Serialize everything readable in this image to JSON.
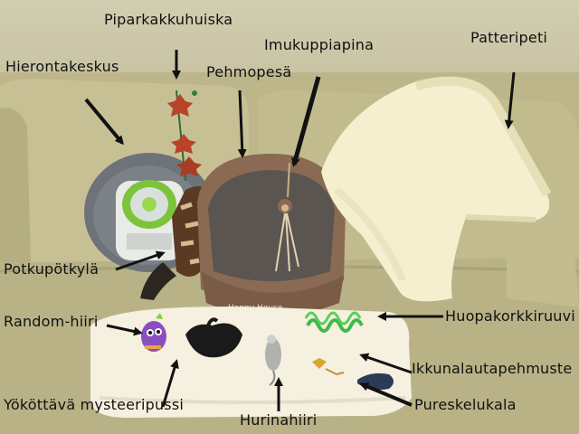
{
  "labels": {
    "piparkakkuhuiska": "Piparkakkuhuiska",
    "imukuppiapina": "Imukuppiapina",
    "patteripeti": "Patteripeti",
    "hierontakeskus": "Hierontakeskus",
    "pehmopesa": "Pehmopesä",
    "potkupotkyla": "Potkupötkylä",
    "random_hiiri": "Random-hiiri",
    "huopakorkkiruuvi": "Huopakorkkiruuvi",
    "ikkunalautapehmuste": "Ikkunalautapehmuste",
    "yokottava_mysteeripussi": "Yököttävä mysteeripussi",
    "hurinahiiri": "Hurinahiiri",
    "pureskelukala": "Pureskelukala"
  },
  "bed_brand": "Happy-House",
  "colors": {
    "sofa": "#c2bb8f",
    "wall": "#cbc6a6",
    "cream_fur": "#f4efcf",
    "bed_brown": "#8a6a52",
    "bed_inner": "#5a5550",
    "massager_gray": "#6d7378",
    "massager_green": "#7cc43b",
    "toy_red": "#b84428",
    "spring_green": "#3fb84a",
    "arrow": "#111111"
  }
}
